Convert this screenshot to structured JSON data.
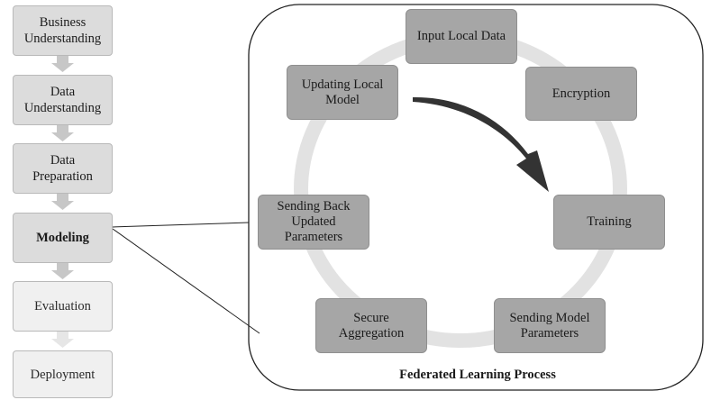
{
  "process_steps": [
    {
      "label": "Business\nUnderstanding",
      "style": "dark"
    },
    {
      "label": "Data\nUnderstanding",
      "style": "dark"
    },
    {
      "label": "Data\nPreparation",
      "style": "dark"
    },
    {
      "label": "Modeling",
      "style": "dark-bold"
    },
    {
      "label": "Evaluation",
      "style": "light"
    },
    {
      "label": "Deployment",
      "style": "light"
    }
  ],
  "cycle_nodes": [
    {
      "label": "Input Local Data"
    },
    {
      "label": "Encryption"
    },
    {
      "label": "Training"
    },
    {
      "label": "Sending Model\nParameters"
    },
    {
      "label": "Secure\nAggregation"
    },
    {
      "label": "Sending Back\nUpdated\nParameters"
    },
    {
      "label": "Updating Local\nModel"
    }
  ],
  "caption": "Federated Learning Process",
  "colors": {
    "step_dark": "#dcdcdc",
    "step_light": "#f0f0f0",
    "node_fill": "#a6a6a6",
    "ring": "#e2e2e2",
    "arrow": "#333333"
  }
}
